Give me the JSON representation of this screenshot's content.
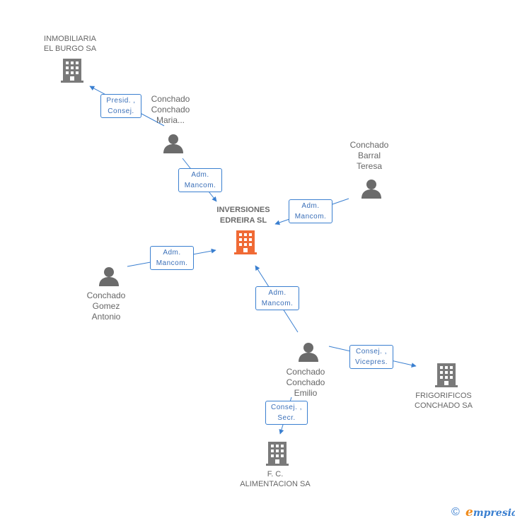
{
  "nodes": {
    "main": {
      "name": "INVERSIONES\nEDREIRA SL"
    },
    "inmobiliaria": {
      "name": "INMOBILIARIA\nEL BURGO SA"
    },
    "maria": {
      "name": "Conchado\nConchado\nMaria..."
    },
    "teresa": {
      "name": "Conchado\nBarral\nTeresa"
    },
    "antonio": {
      "name": "Conchado\nGomez\nAntonio"
    },
    "emilio": {
      "name": "Conchado\nConchado\nEmilio"
    },
    "frigorificos": {
      "name": "FRIGORIFICOS\nCONCHADO SA"
    },
    "alimentacion": {
      "name": "F. C.\nALIMENTACION SA"
    }
  },
  "edges": {
    "maria_inmobiliaria": "Presid. ,\nConsej.",
    "maria_main": "Adm.\nMancom.",
    "teresa_main": "Adm.\nMancom.",
    "antonio_main": "Adm.\nMancom.",
    "emilio_main": "Adm.\nMancom.",
    "emilio_frigorificos": "Consej. ,\nVicepres.",
    "emilio_alimentacion": "Consej. ,\nSecr."
  },
  "footer": {
    "copyright": "©",
    "brand_initial": "e",
    "brand_rest": "mpresia"
  },
  "colors": {
    "edge": "#3a7fd0",
    "company": "#7a7a7a",
    "main_company": "#f06a35",
    "person": "#6b6b6b"
  },
  "icons": {
    "company": "building-icon",
    "person": "person-icon"
  }
}
